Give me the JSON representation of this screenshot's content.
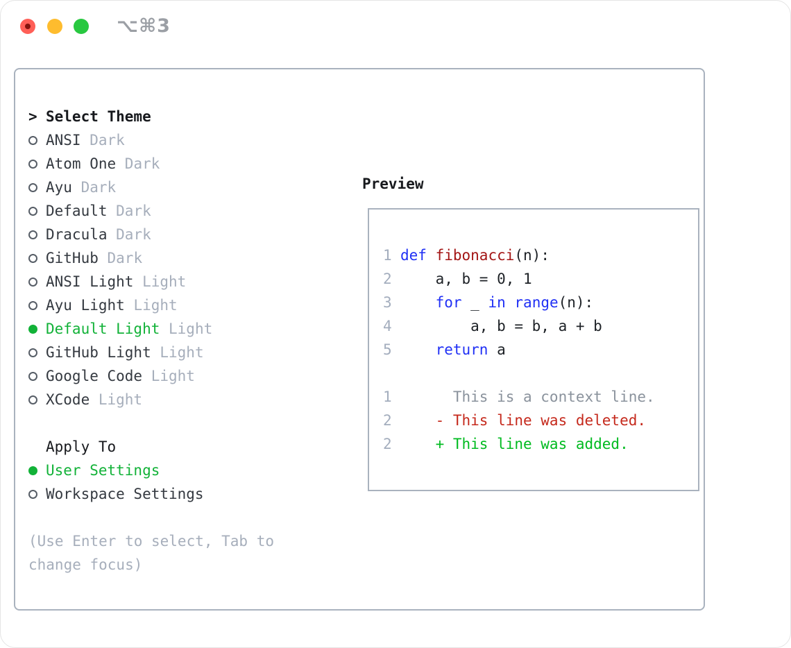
{
  "colors": {
    "traffic_red": "#ff5f57",
    "traffic_yellow": "#febc2e",
    "traffic_green": "#28c840",
    "title_gray": "#9b9fa5",
    "border": "#a9b2be",
    "text_primary": "#17191d",
    "item_text": "#343940",
    "muted": "#a6aebb",
    "accent_green": "#12b238",
    "added_green": "#00bb20",
    "deleted_red": "#c5291c",
    "keyword_blue": "#2030f5",
    "function_red": "#a31515",
    "code_text": "#1d2126",
    "context_gray": "#8a929c",
    "line_number": "#a3adbd"
  },
  "window": {
    "title": "⌥⌘3"
  },
  "theme_panel": {
    "header": {
      "marker": ">",
      "label": "Select Theme"
    },
    "themes": [
      {
        "name": "ANSI",
        "variant": "Dark",
        "selected": false
      },
      {
        "name": "Atom One",
        "variant": "Dark",
        "selected": false
      },
      {
        "name": "Ayu",
        "variant": "Dark",
        "selected": false
      },
      {
        "name": "Default",
        "variant": "Dark",
        "selected": false
      },
      {
        "name": "Dracula",
        "variant": "Dark",
        "selected": false
      },
      {
        "name": "GitHub",
        "variant": "Dark",
        "selected": false
      },
      {
        "name": "ANSI Light",
        "variant": "Light",
        "selected": false
      },
      {
        "name": "Ayu Light",
        "variant": "Light",
        "selected": false
      },
      {
        "name": "Default Light",
        "variant": "Light",
        "selected": true
      },
      {
        "name": "GitHub Light",
        "variant": "Light",
        "selected": false
      },
      {
        "name": "Google Code",
        "variant": "Light",
        "selected": false
      },
      {
        "name": "XCode",
        "variant": "Light",
        "selected": false
      }
    ],
    "apply_to": {
      "label": "Apply To",
      "options": [
        {
          "name": "User Settings",
          "selected": true
        },
        {
          "name": "Workspace Settings",
          "selected": false
        }
      ]
    },
    "help_lines": [
      "(Use Enter to select, Tab to",
      "change focus)"
    ]
  },
  "preview": {
    "title": "Preview",
    "code_lines": [
      {
        "num": "1",
        "tokens": [
          {
            "text": "def",
            "style": "keyword"
          },
          {
            "text": " ",
            "style": "plain"
          },
          {
            "text": "fibonacci",
            "style": "function"
          },
          {
            "text": "(n):",
            "style": "plain"
          }
        ]
      },
      {
        "num": "2",
        "tokens": [
          {
            "text": "    a, b = 0, 1",
            "style": "plain"
          }
        ]
      },
      {
        "num": "3",
        "tokens": [
          {
            "text": "    ",
            "style": "plain"
          },
          {
            "text": "for",
            "style": "keyword"
          },
          {
            "text": " _ ",
            "style": "plain"
          },
          {
            "text": "in",
            "style": "keyword"
          },
          {
            "text": " ",
            "style": "plain"
          },
          {
            "text": "range",
            "style": "builtin"
          },
          {
            "text": "(n):",
            "style": "plain"
          }
        ]
      },
      {
        "num": "4",
        "tokens": [
          {
            "text": "        a, b = b, a + b",
            "style": "plain"
          }
        ]
      },
      {
        "num": "5",
        "tokens": [
          {
            "text": "    ",
            "style": "plain"
          },
          {
            "text": "return",
            "style": "keyword"
          },
          {
            "text": " a",
            "style": "plain"
          }
        ]
      }
    ],
    "diff_lines": [
      {
        "num": "1",
        "type": "context",
        "text": "      This is a context line."
      },
      {
        "num": "2",
        "type": "deleted",
        "text": "    - This line was deleted."
      },
      {
        "num": "2",
        "type": "added",
        "text": "    + This line was added."
      }
    ]
  }
}
